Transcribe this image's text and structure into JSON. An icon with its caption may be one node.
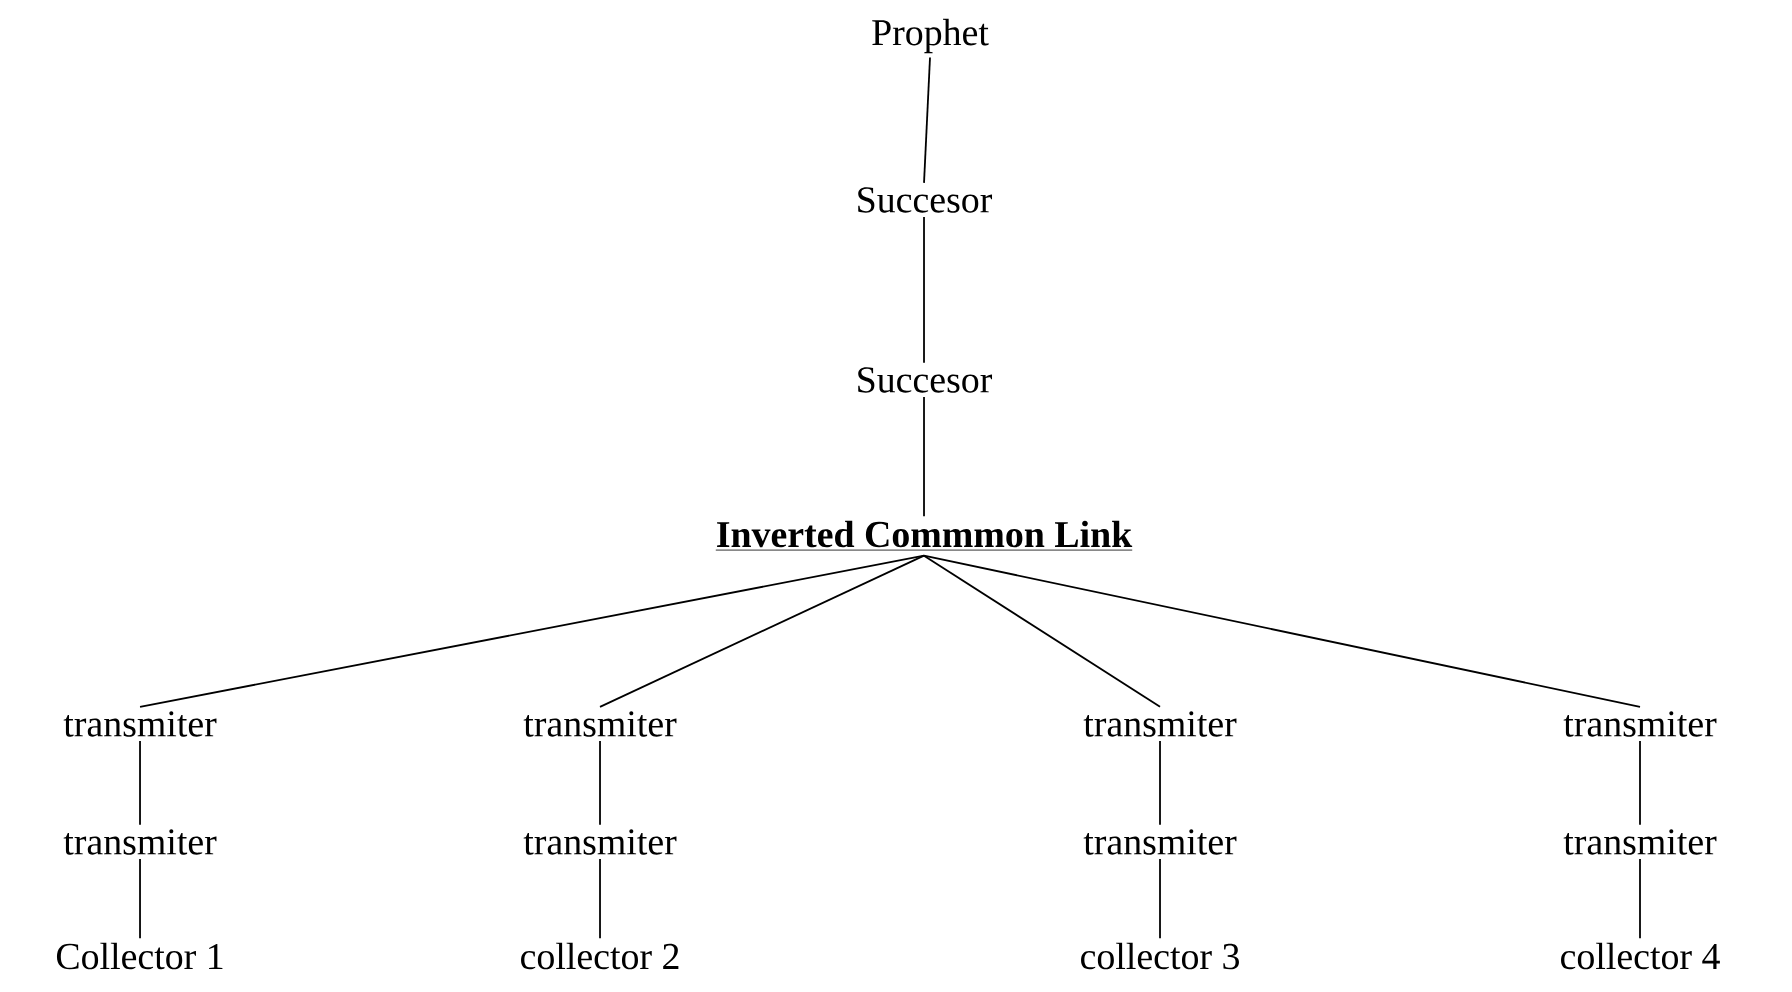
{
  "diagram": {
    "nodes": [
      {
        "text": [
          "Prophet"
        ]
      },
      {
        "text": [
          "Succesor"
        ]
      },
      {
        "text": [
          "Succesor"
        ]
      },
      {
        "text": [
          "Inverted Commmon Link"
        ]
      },
      {
        "text": [
          "transmiter"
        ]
      },
      {
        "text": [
          "transmiter"
        ]
      },
      {
        "text": [
          "transmiter"
        ]
      },
      {
        "text": [
          "transmiter"
        ]
      },
      {
        "text": [
          "transmiter"
        ]
      },
      {
        "text": [
          "transmiter"
        ]
      },
      {
        "text": [
          "transmiter"
        ]
      },
      {
        "text": [
          "transmiter"
        ]
      },
      {
        "text": [
          "Collector 1"
        ]
      },
      {
        "text": [
          "collector 2"
        ]
      },
      {
        "text": [
          "collector 3"
        ]
      },
      {
        "text": [
          "collector 4"
        ]
      }
    ],
    "edges": [
      {
        "from": 0,
        "to": 1,
        "arrow": "none"
      },
      {
        "from": 1,
        "to": 2,
        "arrow": "none"
      },
      {
        "from": 2,
        "to": 3,
        "arrow": "none"
      },
      {
        "from": 3,
        "to": 4,
        "arrow": "none"
      },
      {
        "from": 3,
        "to": 5,
        "arrow": "none"
      },
      {
        "from": 3,
        "to": 6,
        "arrow": "none"
      },
      {
        "from": 3,
        "to": 7,
        "arrow": "none"
      },
      {
        "from": 4,
        "to": 8,
        "arrow": "none"
      },
      {
        "from": 5,
        "to": 9,
        "arrow": "none"
      },
      {
        "from": 6,
        "to": 10,
        "arrow": "none"
      },
      {
        "from": 7,
        "to": 11,
        "arrow": "none"
      },
      {
        "from": 8,
        "to": 12,
        "arrow": "none"
      },
      {
        "from": 9,
        "to": 13,
        "arrow": "none"
      },
      {
        "from": 10,
        "to": 14,
        "arrow": "none"
      },
      {
        "from": 11,
        "to": 15,
        "arrow": "none"
      }
    ]
  }
}
